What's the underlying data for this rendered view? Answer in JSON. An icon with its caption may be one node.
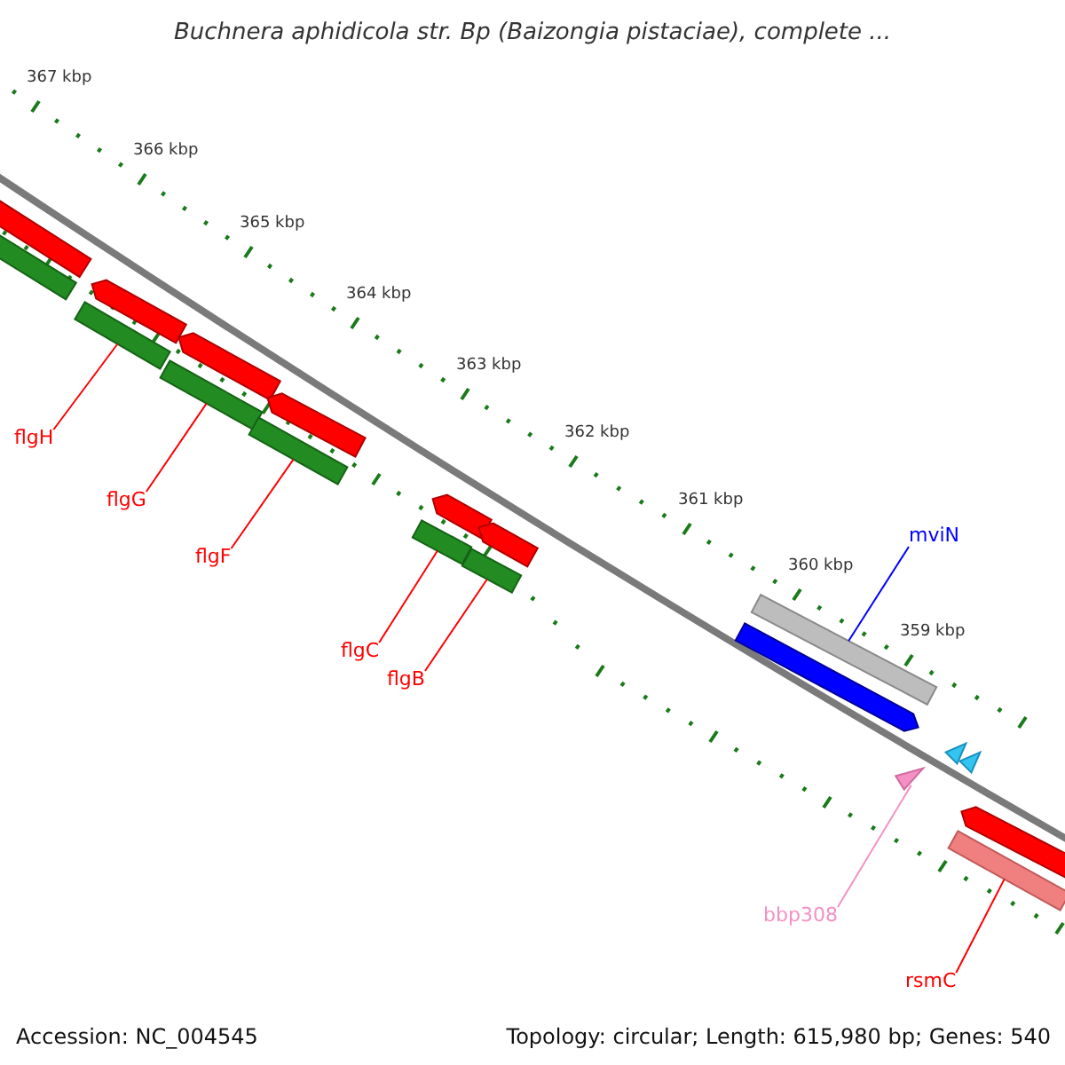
{
  "diagram": {
    "title": "Buchnera aphidicola str. Bp (Baizongia pistaciae), complete ...",
    "nodes": [
      {
        "text": [
          "flgH"
        ]
      },
      {
        "text": [
          "flgG"
        ]
      },
      {
        "text": [
          "flgF"
        ]
      },
      {
        "text": [
          "flgC"
        ]
      },
      {
        "text": [
          "flgB"
        ]
      },
      {
        "text": [
          "mviN"
        ]
      },
      {
        "text": [
          "bbp308"
        ]
      },
      {
        "text": [
          "rsmC"
        ]
      },
      {
        "text": [],
        "shape": "bar"
      },
      {
        "text": [],
        "shape": "bar"
      },
      {
        "text": [],
        "shape": "arrow"
      },
      {
        "text": [],
        "shape": "bar"
      },
      {
        "text": [],
        "shape": "arrow"
      },
      {
        "text": [],
        "shape": "bar"
      },
      {
        "text": [],
        "shape": "arrow"
      },
      {
        "text": [],
        "shape": "bar"
      },
      {
        "text": [],
        "shape": "arrow"
      },
      {
        "text": [],
        "shape": "bar"
      },
      {
        "text": [],
        "shape": "arrow"
      },
      {
        "text": [],
        "shape": "bar"
      },
      {
        "text": [],
        "shape": "bar"
      },
      {
        "text": [],
        "shape": "arrow"
      },
      {
        "text": [],
        "shape": "triangle"
      },
      {
        "text": [],
        "shape": "triangle"
      },
      {
        "text": [],
        "shape": "triangle"
      },
      {
        "text": [],
        "shape": "bar"
      },
      {
        "text": [],
        "shape": "arrow"
      }
    ],
    "edges": [
      {
        "from": 0,
        "to": 11,
        "arrow": "none"
      },
      {
        "from": 1,
        "to": 13,
        "arrow": "none"
      },
      {
        "from": 2,
        "to": 15,
        "arrow": "none"
      },
      {
        "from": 3,
        "to": 17,
        "arrow": "none"
      },
      {
        "from": 4,
        "to": 19,
        "arrow": "none"
      },
      {
        "from": 5,
        "to": 20,
        "arrow": "none",
        "color": "#0000ff"
      },
      {
        "from": 6,
        "to": 22,
        "arrow": "none",
        "color": "#f490c4"
      },
      {
        "from": 7,
        "to": 25,
        "arrow": "none"
      }
    ],
    "labels": [
      "367 kbp",
      "366 kbp",
      "365 kbp",
      "364 kbp",
      "363 kbp",
      "362 kbp",
      "361 kbp",
      "360 kbp",
      "359 kbp",
      "Accession: NC_004545",
      "Topology: circular; Length: 615,980 bp; Genes: 540"
    ]
  }
}
